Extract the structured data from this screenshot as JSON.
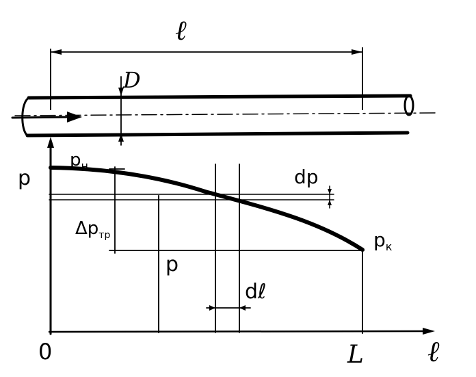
{
  "labels": {
    "length_top": "ℓ",
    "diameter": "D",
    "pressure_axis": "p",
    "p_start": "pн",
    "p_start_base": "p",
    "p_start_sub": "н",
    "dp": "dp",
    "delta_p": "Δpтр",
    "delta_p_base": "Δp",
    "delta_p_sub": "тр",
    "p_end": "pк",
    "p_end_base": "p",
    "p_end_sub": "к",
    "p_mid": "p",
    "dl": "dℓ",
    "origin": "0",
    "length_end": "L",
    "length_axis": "ℓ"
  },
  "colors": {
    "ink": "#000000",
    "background": "#ffffff"
  }
}
